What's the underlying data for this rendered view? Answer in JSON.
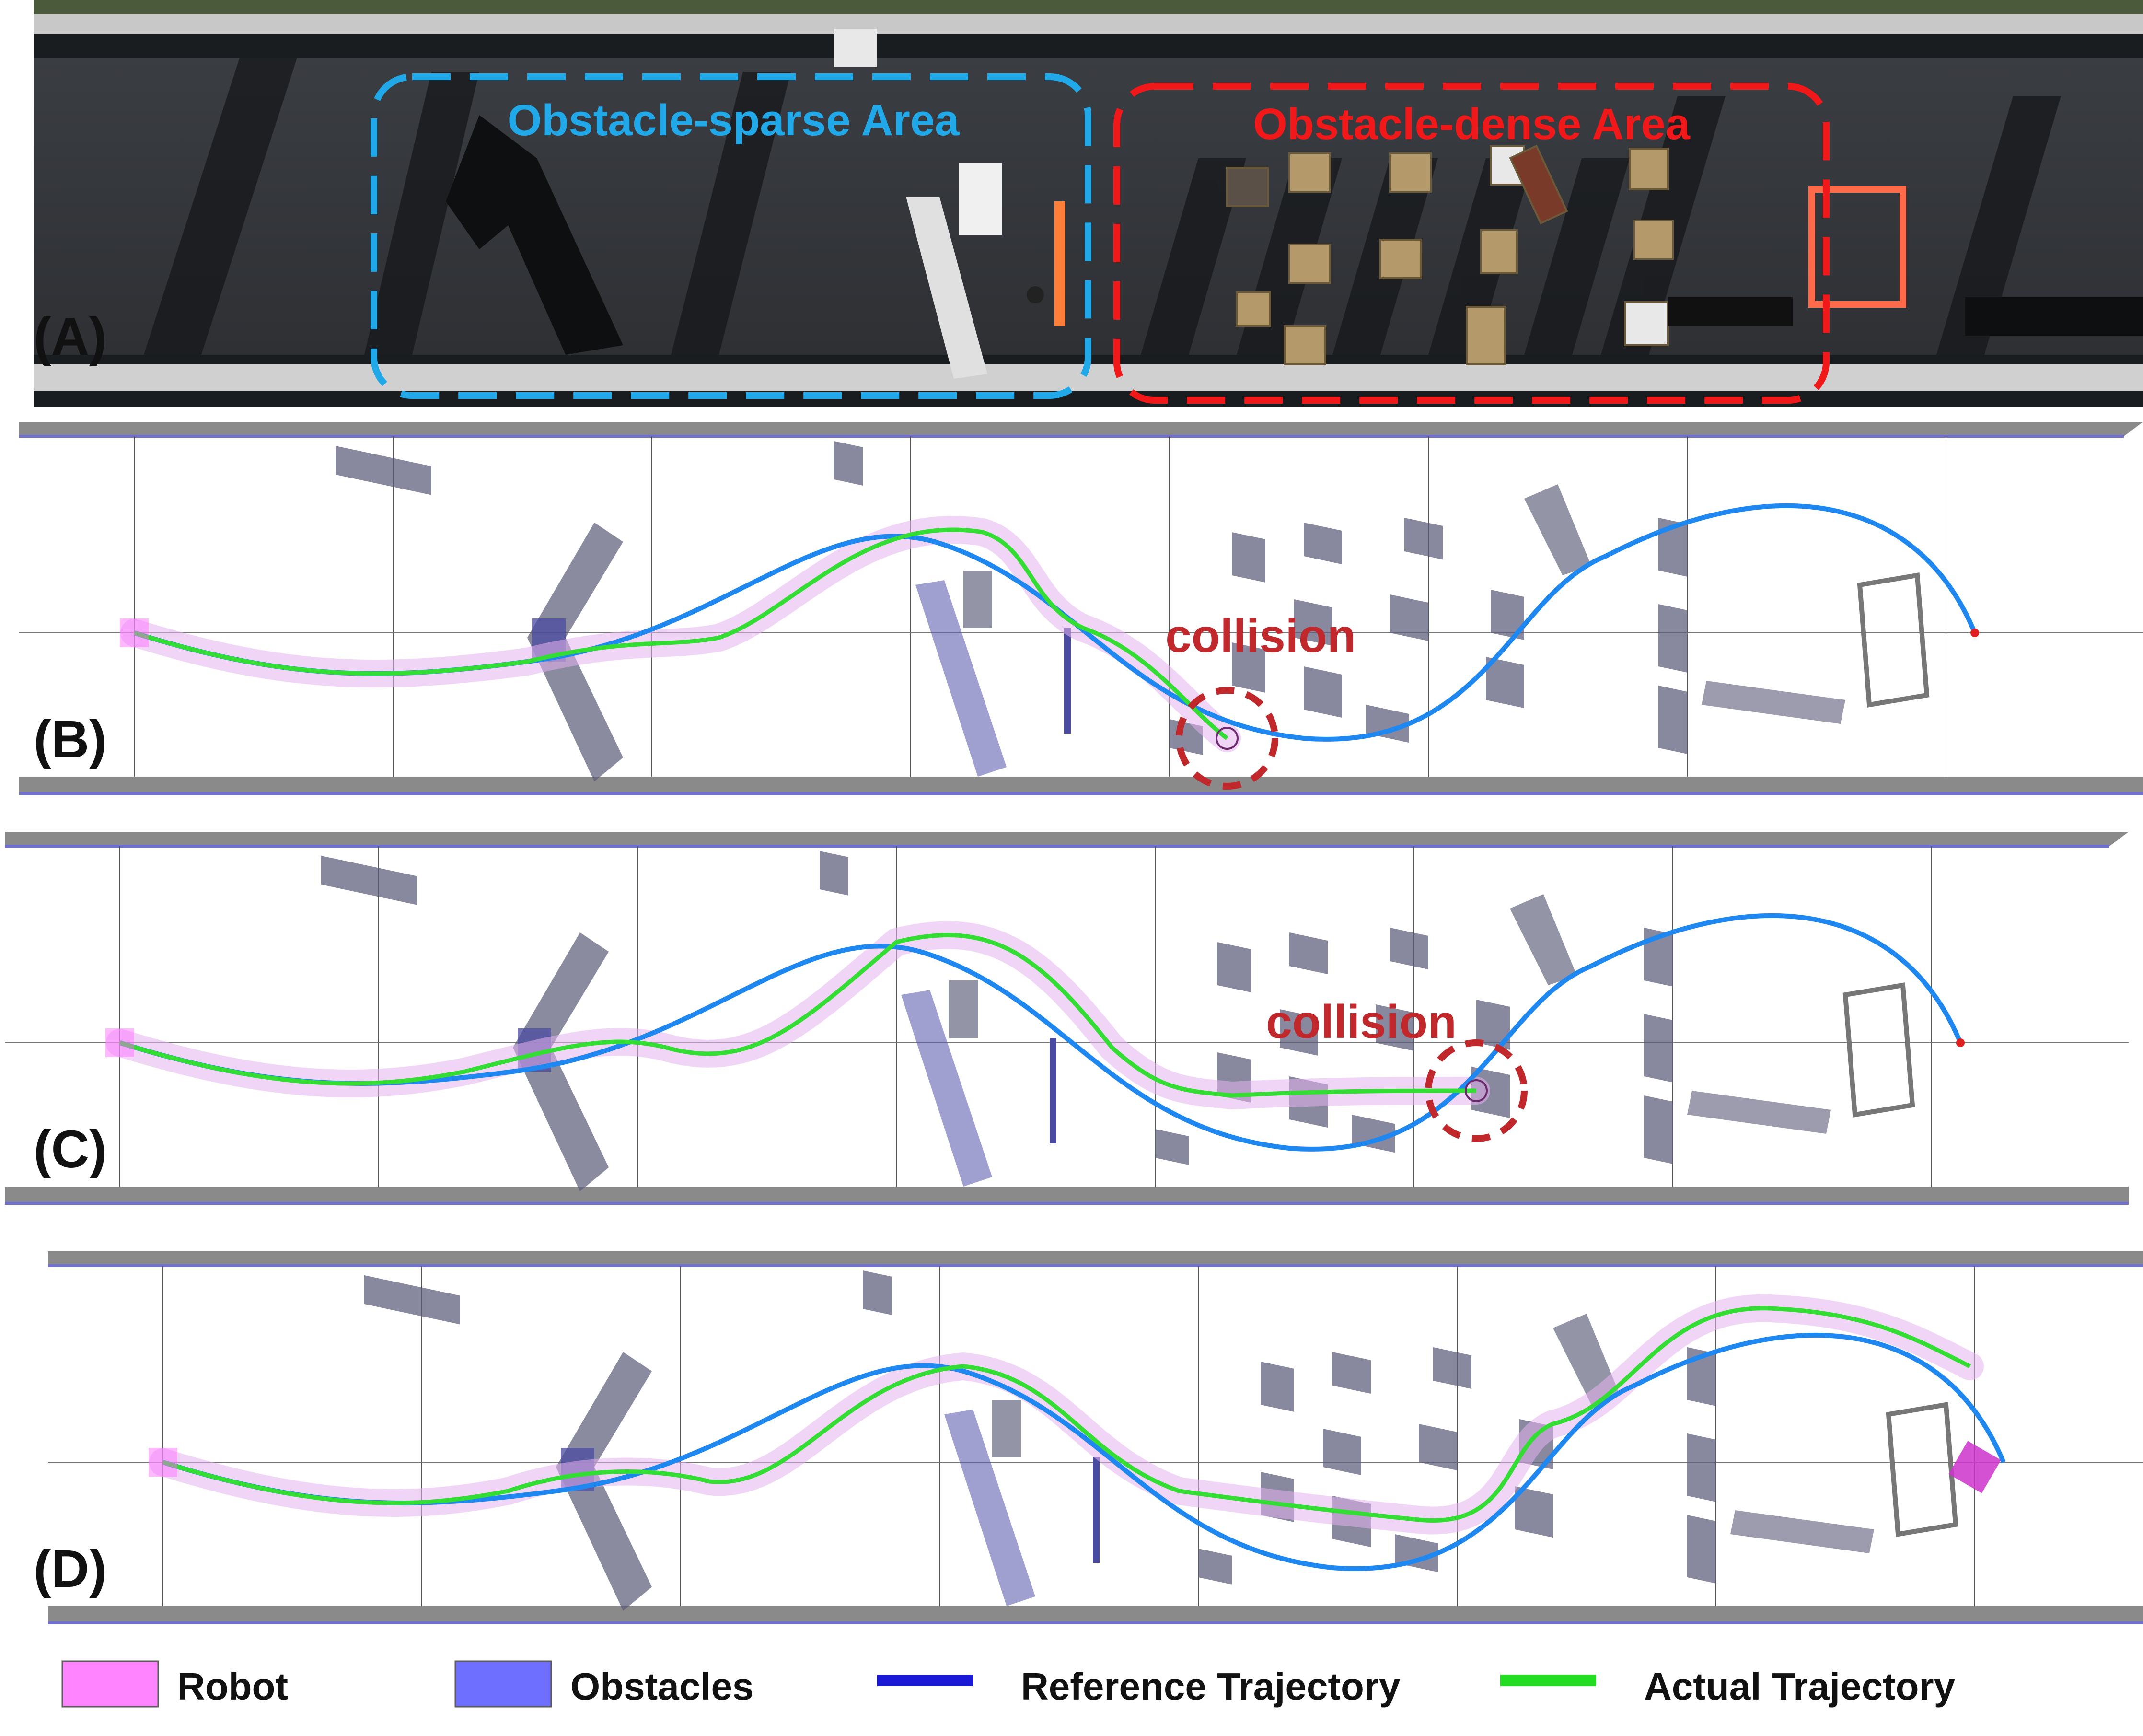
{
  "panels": [
    {
      "label": "(A)"
    },
    {
      "label": "(B)",
      "annotation": "collision"
    },
    {
      "label": "(C)",
      "annotation": "collision"
    },
    {
      "label": "(D)"
    }
  ],
  "areas": {
    "sparse": "Obstacle-sparse Area",
    "dense": "Obstacle-dense Area"
  },
  "legend": [
    {
      "label": "Robot",
      "color": "#ff66ff",
      "kind": "box"
    },
    {
      "label": "Obstacles",
      "color": "#4a4aff",
      "kind": "box"
    },
    {
      "label": "Reference Trajectory",
      "color": "#1a1ad6",
      "kind": "line"
    },
    {
      "label": "Actual Trajectory",
      "color": "#22dd22",
      "kind": "line"
    }
  ],
  "colors": {
    "reference": "#1e88f0",
    "actual": "#33dd33",
    "robot_trail": "#e6b3f0",
    "collision": "#c0282c",
    "obstacle": "#5a5a78",
    "sparse_box": "#20a8e8",
    "dense_box": "#f01818"
  }
}
